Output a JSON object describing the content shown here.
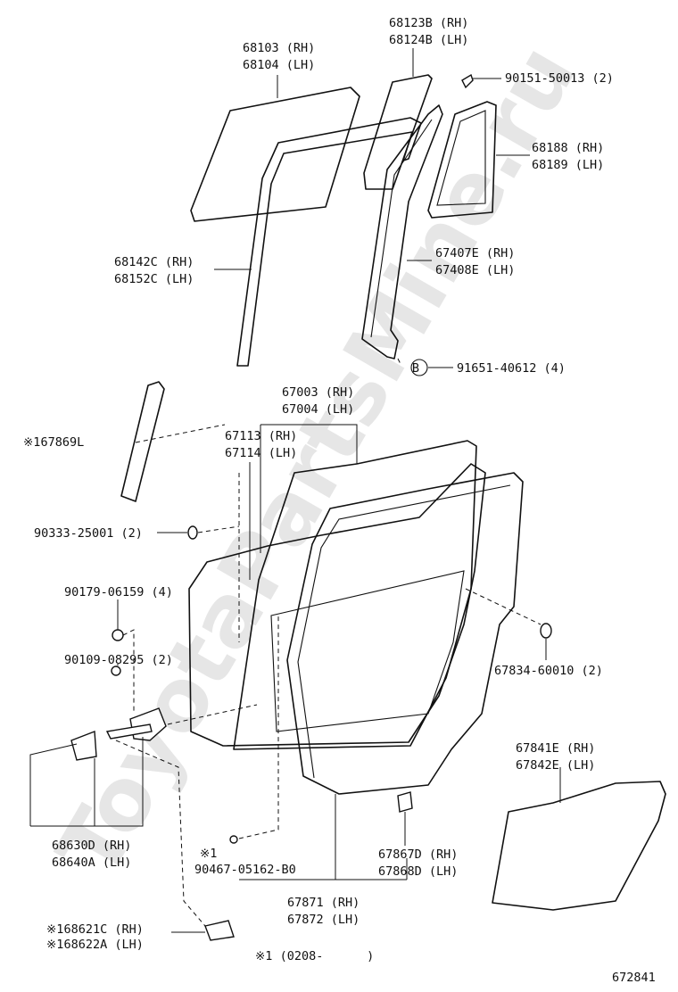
{
  "watermark": "ToyotaPartsMine.ru",
  "labels": {
    "p68103": "68103 (RH)",
    "p68104": "68104 (LH)",
    "p68123B": "68123B (RH)",
    "p68124B": "68124B (LH)",
    "p90151": "90151-50013 (2)",
    "p68188": "68188 (RH)",
    "p68189": "68189 (LH)",
    "p68142C": "68142C (RH)",
    "p68152C": "68152C (LH)",
    "p67407E": "67407E (RH)",
    "p67408E": "67408E (LH)",
    "circle_b": "B",
    "p91651": "91651-40612 (4)",
    "p67003": "67003 (RH)",
    "p67004": "67004 (LH)",
    "p167869L": "※167869L",
    "p67113": "67113 (RH)",
    "p67114": "67114 (LH)",
    "p90333": "90333-25001 (2)",
    "p90179": "90179-06159 (4)",
    "p90109": "90109-08295 (2)",
    "p67834": "67834-60010 (2)",
    "p67841E": "67841E (RH)",
    "p67842E": "67842E (LH)",
    "p68630D": "68630D (RH)",
    "p68640A": "68640A (LH)",
    "note1_mark": "※1",
    "p90467": "90467-05162-B0",
    "p67867D": "67867D (RH)",
    "p67868D": "67868D (LH)",
    "p67871": "67871 (RH)",
    "p67872": "67872 (LH)",
    "p168621C": "※168621C (RH)",
    "p168622A": "※168622A (LH)",
    "footnote": "※1 (0208-      )",
    "diagram_id": "672841"
  }
}
